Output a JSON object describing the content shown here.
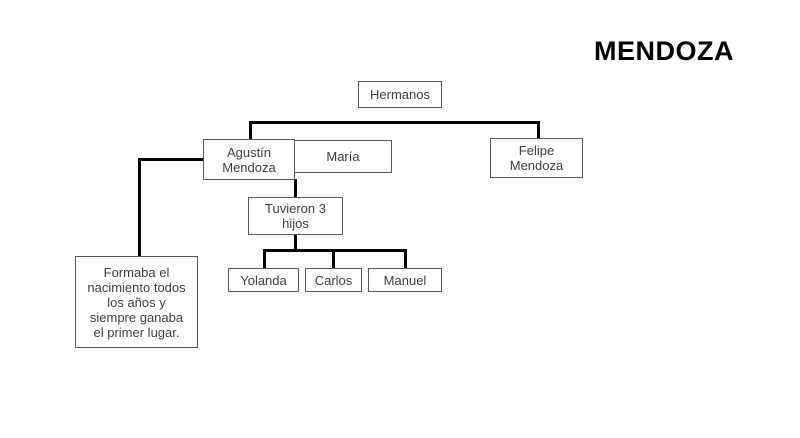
{
  "title": "MENDOZA",
  "diagram": {
    "root": {
      "label": "Hermanos"
    },
    "parents": {
      "agustin": {
        "label": "Agustín\nMendoza"
      },
      "maria": {
        "label": "María"
      },
      "felipe": {
        "label": "Felipe\nMendoza"
      }
    },
    "children_header": {
      "label": "Tuvieron 3\nhijos"
    },
    "children": [
      {
        "label": "Yolanda"
      },
      {
        "label": "Carlos"
      },
      {
        "label": "Manuel"
      }
    ],
    "note": {
      "label": "Formaba el\nnacimiento todos\nlos años y\nsiempre ganaba\nel primer lugar."
    }
  },
  "colors": {
    "background": "#ffffff",
    "box_border": "#58585a",
    "connector": "#000000",
    "text": "#3d3d3d",
    "title_text": "#000000"
  }
}
